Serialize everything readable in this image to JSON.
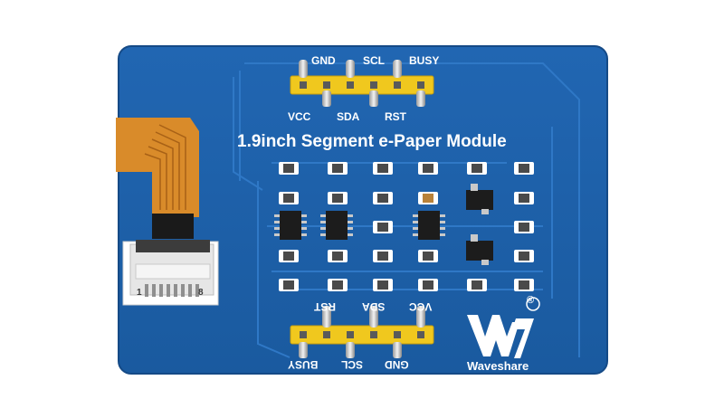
{
  "product": {
    "title": "1.9inch Segment e-Paper Module",
    "brand": "Waveshare",
    "registered_mark": "®",
    "top_header": {
      "upper_labels": [
        "GND",
        "SCL",
        "BUSY"
      ],
      "lower_labels": [
        "VCC",
        "SDA",
        "RST"
      ]
    },
    "bottom_header": {
      "upper_labels": [
        "RST",
        "SDA",
        "VCC"
      ],
      "lower_labels": [
        "BUSY",
        "SCL",
        "GND"
      ]
    },
    "connector_pins": {
      "first": "1",
      "last": "8"
    },
    "colors": {
      "pcb": "#1d5fa8",
      "pcb_edge": "#154a86",
      "silkscreen": "#ffffff",
      "header": "#f0c81e",
      "flex_cable": "#d98b2a",
      "connector": "#e9e9e9"
    }
  }
}
